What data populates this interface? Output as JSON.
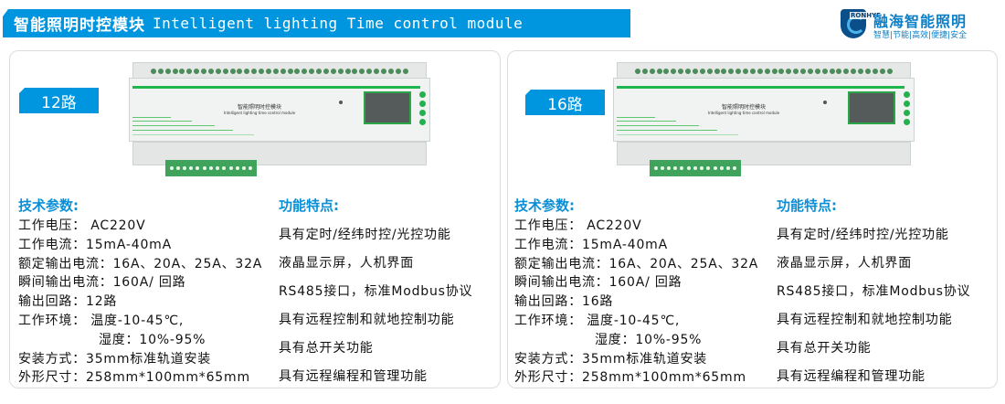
{
  "header": {
    "title_cn": "智能照明时控模块",
    "title_en": "Intelligent lighting Time control module"
  },
  "logo": {
    "brand": "RONHYE",
    "name": "融海智能照明",
    "slogan": "智慧|节能|高效|便捷|安全"
  },
  "device_label": {
    "cn": "智能照明时控模块",
    "en": "Intelligent lighting time control module"
  },
  "colors": {
    "accent": "#0096df",
    "device_green": "#22b14c"
  },
  "products": [
    {
      "badge": "12路",
      "spec_title": "技术参数:",
      "specs": [
        "工作电压： AC220V",
        "工作电流：15mA-40mA",
        "额定输出电流：16A、20A、25A、32A",
        "瞬间输出电流：160A/ 回路",
        "输出回路：12路",
        "工作环境： 温度-10-45℃,",
        "湿度：10%-95%",
        "安装方式：35mm标准轨道安装",
        "外形尺寸：258mm*100mm*65mm"
      ],
      "feature_title": "功能特点:",
      "features": [
        "具有定时/经纬时控/光控功能",
        "液晶显示屏，人机界面",
        "RS485接口，标准Modbus协议",
        "具有远程控制和就地控制功能",
        "具有总开关功能",
        "具有远程编程和管理功能"
      ]
    },
    {
      "badge": "16路",
      "spec_title": "技术参数:",
      "specs": [
        "工作电压： AC220V",
        "工作电流：15mA-40mA",
        "额定输出电流：16A、20A、25A、32A",
        "瞬间输出电流：160A/ 回路",
        "输出回路：16路",
        "工作环境： 温度-10-45℃,",
        "湿度：10%-95%",
        "安装方式：35mm标准轨道安装",
        "外形尺寸：258mm*100mm*65mm"
      ],
      "feature_title": "功能特点:",
      "features": [
        "具有定时/经纬时控/光控功能",
        "液晶显示屏，人机界面",
        "RS485接口，标准Modbus协议",
        "具有远程控制和就地控制功能",
        "具有总开关功能",
        "具有远程编程和管理功能"
      ]
    }
  ]
}
